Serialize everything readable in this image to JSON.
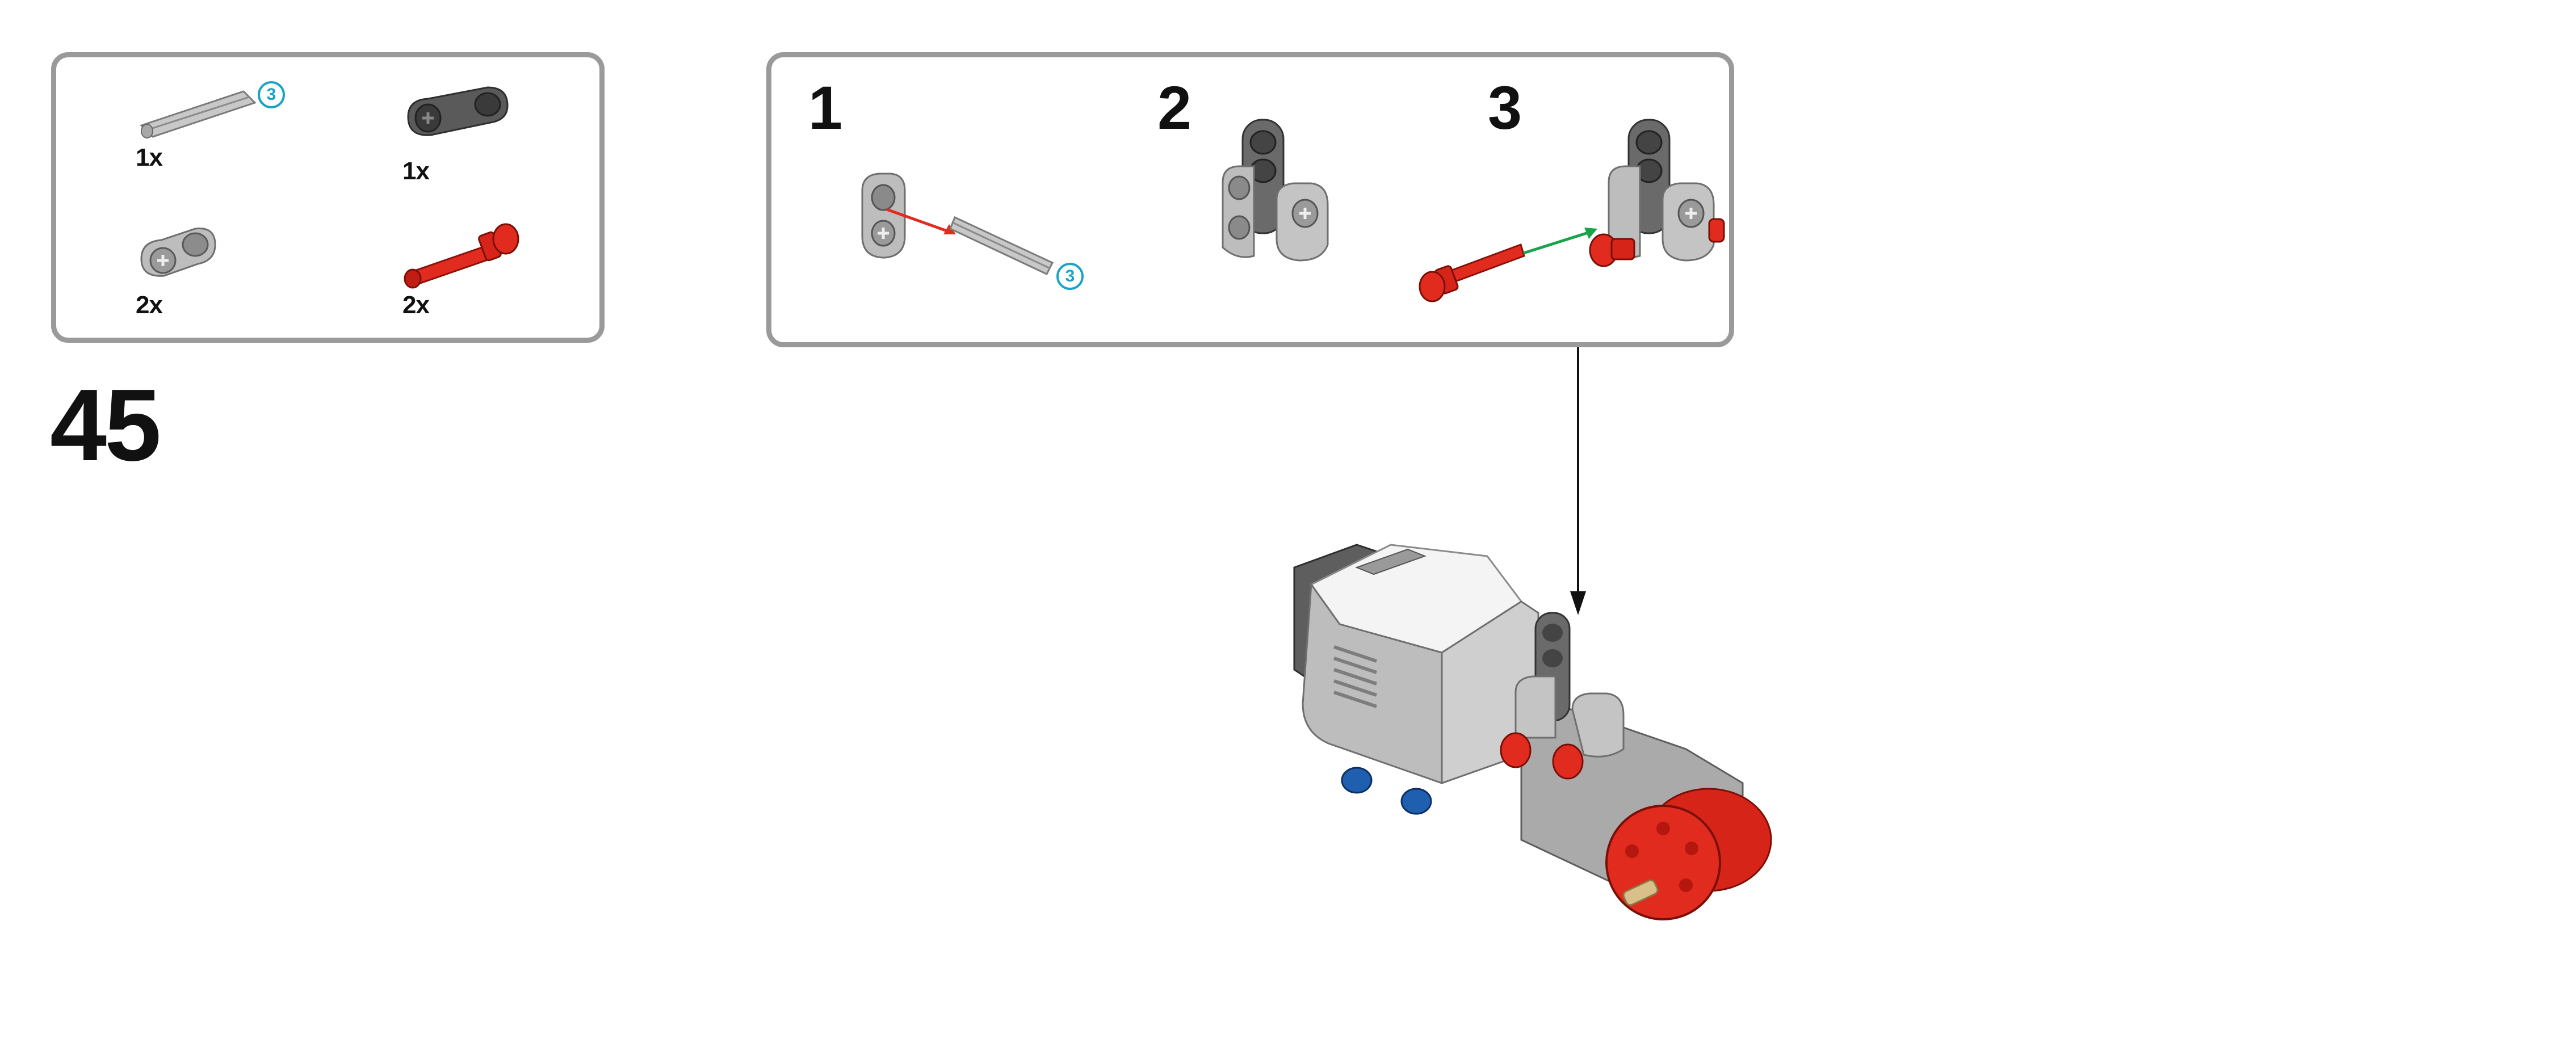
{
  "step": {
    "number": "45"
  },
  "parts_list": {
    "items": [
      {
        "part": "axle",
        "quantity": "1x",
        "length": "3",
        "color": "#b9b9b9"
      },
      {
        "part": "dark-gray-axle-pin-connector",
        "quantity": "1x",
        "color": "#5a5a5a"
      },
      {
        "part": "light-gray-axle-pin-connector",
        "quantity": "2x",
        "color": "#b9b9b9"
      },
      {
        "part": "red-long-pin",
        "quantity": "2x",
        "color": "#e12b1f"
      }
    ]
  },
  "substeps": [
    {
      "number": "1",
      "length_callout": "3",
      "arrow_color": "#e12b1f"
    },
    {
      "number": "2"
    },
    {
      "number": "3",
      "arrow_color": "#19a34a"
    }
  ],
  "colors": {
    "panel_border": "#9a9a9a",
    "callout": "#1aa3c9",
    "pin_red": "#e12b1f",
    "gray_light": "#b9b9b9",
    "gray_dark": "#5a5a5a",
    "axle_blue": "#1f5fb0"
  }
}
